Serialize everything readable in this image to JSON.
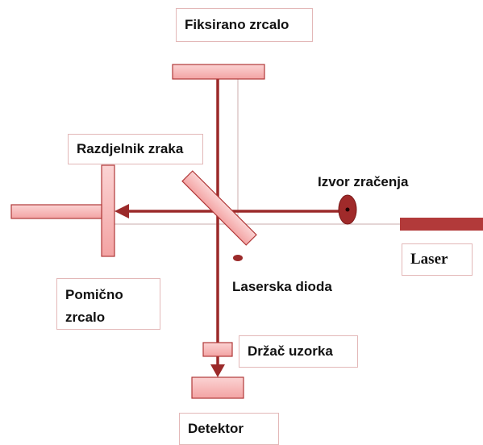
{
  "labels": {
    "fixed_mirror": "Fiksirano zrcalo",
    "beam_splitter": "Razdjelnik zraka",
    "radiation_source": "Izvor zračenja",
    "laser": "Laser",
    "movable_mirror": "Pomično zrcalo",
    "laser_diode": "Laserska dioda",
    "sample_holder": "Držač uzorka",
    "detector": "Detektor"
  },
  "colors": {
    "beam": "#9b2a2a",
    "laser_beam": "#b23a3a",
    "component_fill": "#f6b3b3",
    "component_stroke": "#b03838",
    "reference_line": "#d4bcbc"
  }
}
